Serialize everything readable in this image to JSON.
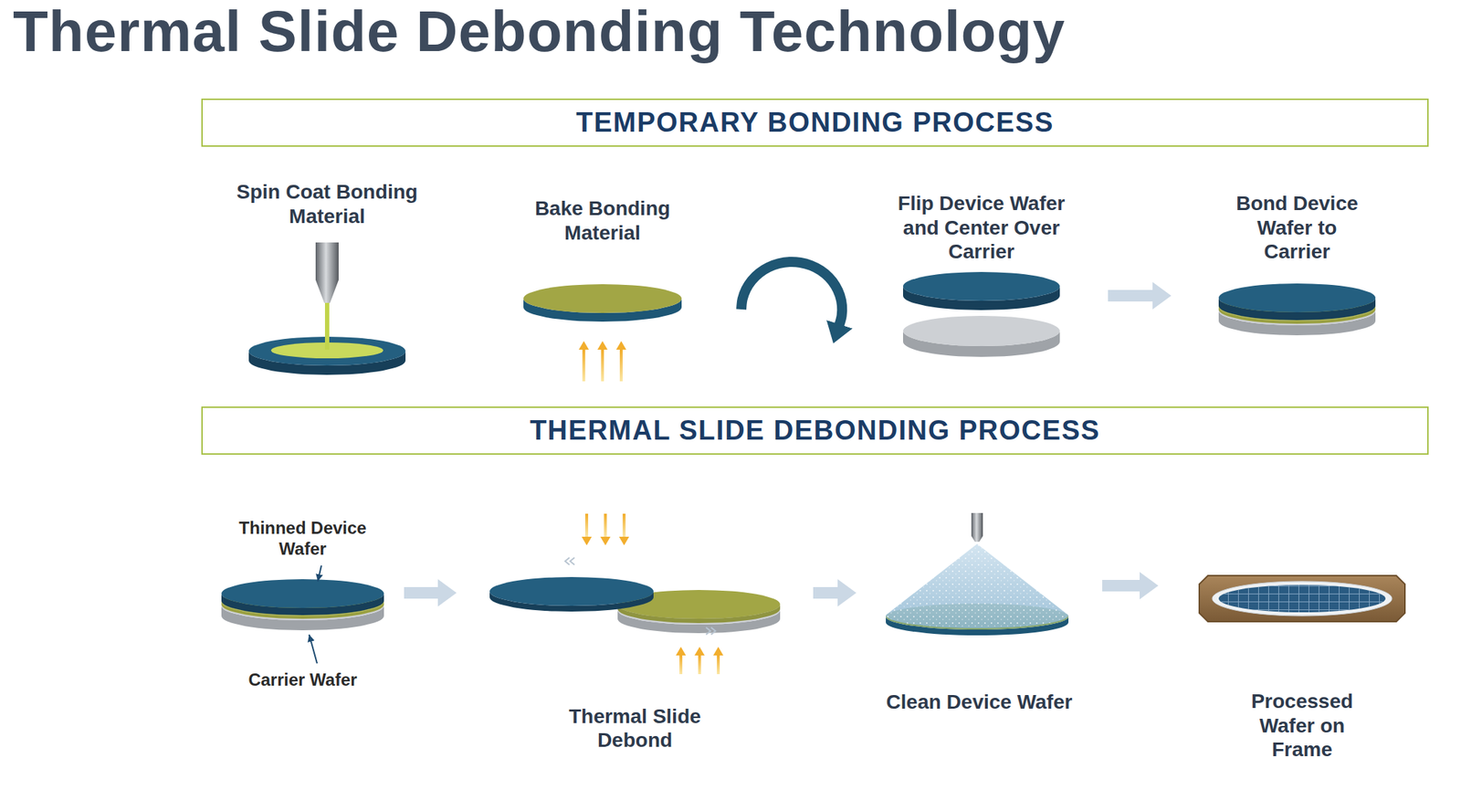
{
  "diagram": {
    "title": "Thermal Slide Debonding Technology",
    "nodes": [
      {
        "text": [
          "TEMPORARY BONDING PROCESS"
        ]
      },
      {
        "text": [
          "Spin Coat Bonding Material"
        ]
      },
      {
        "text": [
          "Bake Bonding Material"
        ]
      },
      {
        "text": [
          "Flip Device Wafer and Center Over Carrier"
        ]
      },
      {
        "text": [
          "Bond Device Wafer to Carrier"
        ]
      },
      {
        "text": [
          "THERMAL SLIDE DEBONDING PROCESS"
        ]
      },
      {
        "text": [
          "Thinned Device Wafer",
          "Carrier Wafer"
        ]
      },
      {
        "text": [
          "Thermal Slide Debond"
        ]
      },
      {
        "text": [
          "Clean Device Wafer"
        ]
      },
      {
        "text": [
          "Processed Wafer on Frame"
        ]
      }
    ],
    "edges": [
      {
        "from": 2,
        "to": 3,
        "arrow": "to"
      },
      {
        "from": 3,
        "to": 4,
        "arrow": "to"
      },
      {
        "from": 6,
        "to": 7,
        "arrow": "to"
      },
      {
        "from": 7,
        "to": 8,
        "arrow": "to"
      },
      {
        "from": 8,
        "to": 9,
        "arrow": "to"
      }
    ]
  }
}
